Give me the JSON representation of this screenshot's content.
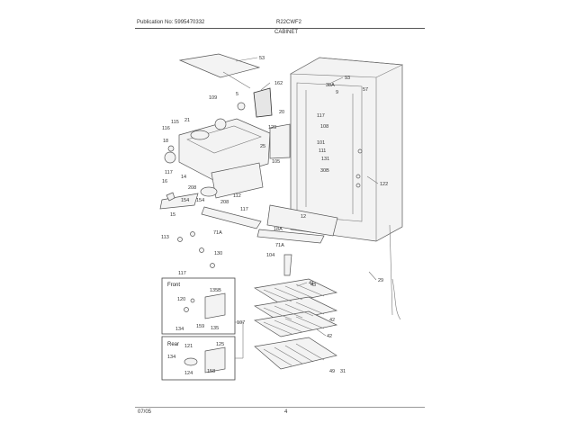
{
  "header": {
    "publication": "Publication No: 5995470332",
    "model": "R22CWF2",
    "section": "CABINET"
  },
  "footer": {
    "date": "07/05",
    "page_number": "4"
  },
  "callouts": [
    "53",
    "109",
    "5",
    "162",
    "20",
    "21",
    "115",
    "116",
    "18",
    "117",
    "16",
    "14",
    "208",
    "112",
    "154",
    "15",
    "117",
    "113",
    "71A",
    "130",
    "117",
    "104",
    "71A",
    "12",
    "29",
    "41",
    "42",
    "42",
    "49",
    "31",
    "107",
    "93",
    "38A",
    "57",
    "117",
    "108",
    "101",
    "111",
    "131",
    "30B",
    "122",
    "25",
    "129",
    "105",
    "9",
    "18A",
    "43",
    "208",
    "154"
  ],
  "front_box": {
    "title": "Front",
    "labels": [
      "120",
      "135B",
      "134",
      "159",
      "135"
    ]
  },
  "rear_box": {
    "title": "Rear",
    "labels": [
      "121",
      "125",
      "134",
      "124",
      "158"
    ]
  }
}
